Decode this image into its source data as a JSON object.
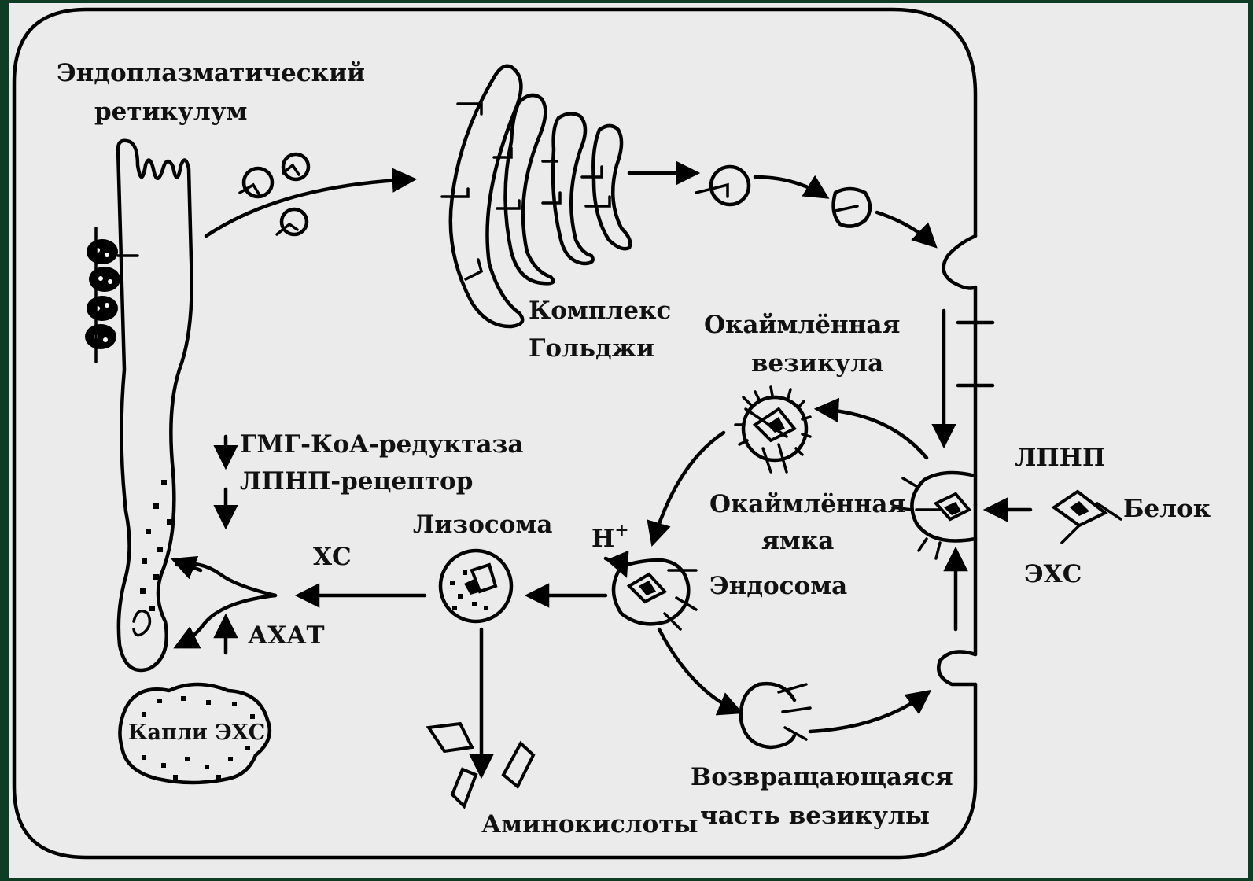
{
  "labels": {
    "er_line1": "Эндоплазматический",
    "er_line2": "ретикулум",
    "golgi_line1": "Комплекс",
    "golgi_line2": "Гольджи",
    "coated_vesicle_line1": "Окаймлённая",
    "coated_vesicle_line2": "везикула",
    "coated_pit_line1": "Окаймлённая",
    "coated_pit_line2": "ямка",
    "hmg_reductase": "ГМГ-КоА-редуктаза",
    "ldl_receptor": "ЛПНП-рецептор",
    "lysosome": "Лизосома",
    "hs": "ХС",
    "acat": "АХАТ",
    "h_plus": "H",
    "h_plus_sup": "+",
    "endosome": "Эндосома",
    "ldl": "ЛПНП",
    "protein": "Белок",
    "ehs": "ЭХС",
    "ehs_droplets": "Капли ЭХС",
    "amino_acids": "Аминокислоты",
    "returning_line1": "Возвращающаяся",
    "returning_line2": "часть везикулы"
  },
  "colors": {
    "background": "#0d3d24",
    "cell_fill": "#ebebeb",
    "ink": "#000000"
  }
}
